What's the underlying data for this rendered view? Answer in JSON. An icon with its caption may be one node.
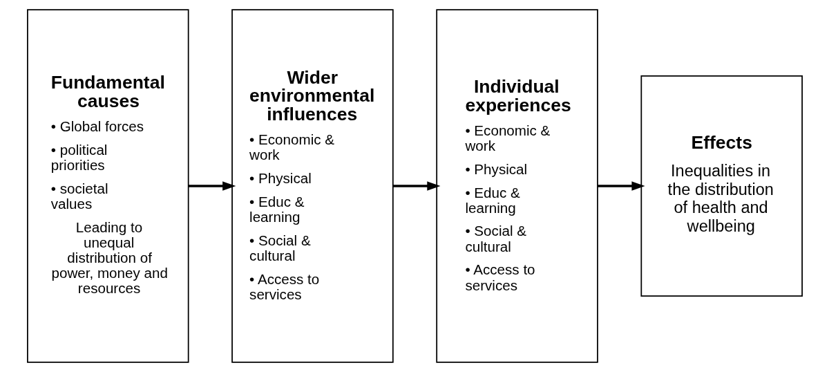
{
  "diagram": {
    "nodes": [
      {
        "text": [
          "Fundamental causes",
          "• Global forces",
          "• political priorities",
          "• societal values",
          "Leading to unequal distribution of power, money and resources"
        ]
      },
      {
        "text": [
          "Wider environmental influences",
          "• Economic & work",
          "• Physical",
          "• Educ & learning",
          "• Social & cultural",
          "• Access to services"
        ]
      },
      {
        "text": [
          "Individual experiences",
          "• Economic & work",
          "• Physical",
          "• Educ & learning",
          "• Social & cultural",
          "• Access to services"
        ]
      },
      {
        "text": [
          "Effects",
          "Inequalities in the distribution of health and wellbeing"
        ]
      }
    ],
    "edges": [
      {
        "from": 0,
        "to": 1,
        "arrow": "to"
      },
      {
        "from": 1,
        "to": 2,
        "arrow": "to"
      },
      {
        "from": 2,
        "to": 3,
        "arrow": "to"
      }
    ]
  }
}
